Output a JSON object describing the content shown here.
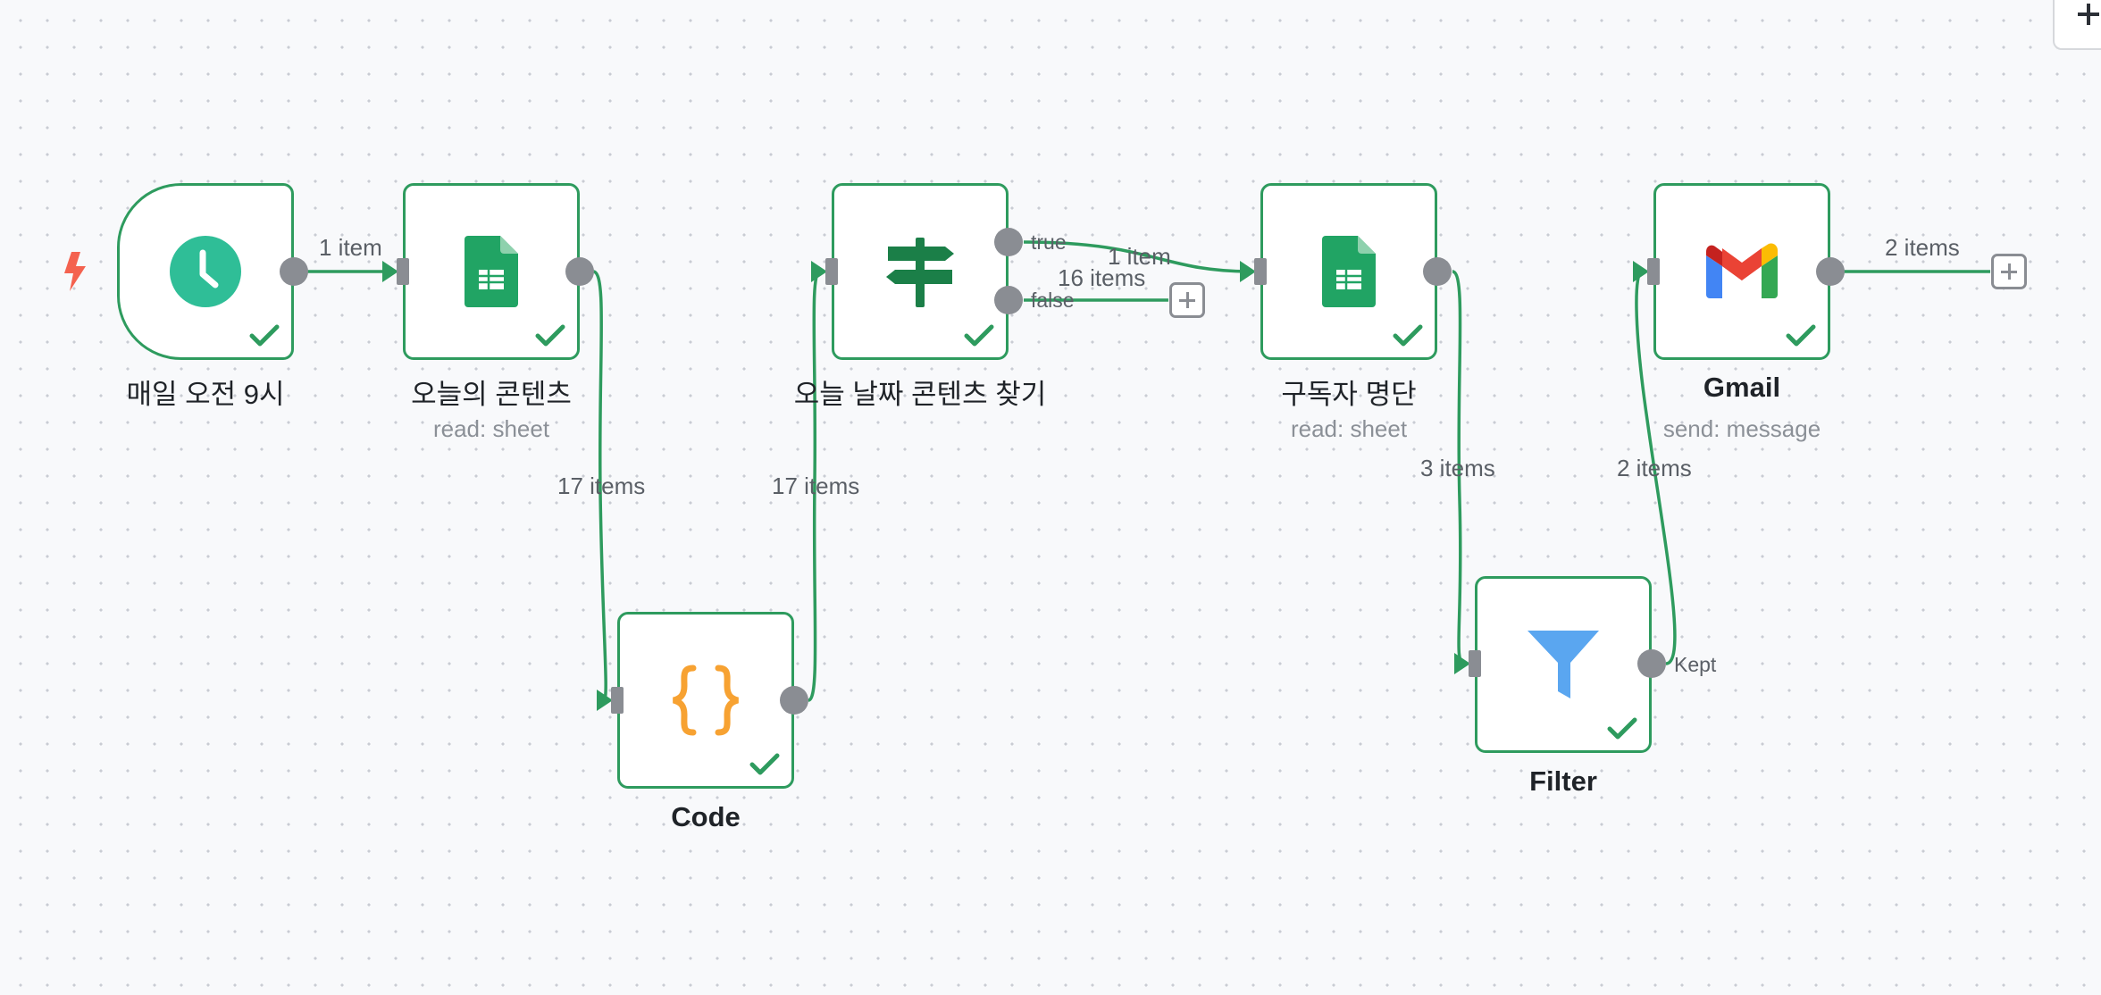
{
  "colors": {
    "edge": "#2e9b5e",
    "node_border": "#2e9b5e",
    "handle": "#8a8d93",
    "check": "#2e9b5e",
    "trigger_bolt": "#f4624f",
    "schedule_icon": "#2fbe97",
    "sheets_icon": "#21a464",
    "switch_icon": "#1b7f48",
    "code_icon": "#f7a232",
    "filter_icon": "#5aa6f0"
  },
  "toolbar": {
    "corner_icon": "plus-icon"
  },
  "nodes": {
    "schedule": {
      "title": "매일 오전 9시",
      "icon": "clock-icon"
    },
    "content_sheet": {
      "title": "오늘의 콘텐츠",
      "subtitle": "read: sheet",
      "icon": "google-sheets-icon"
    },
    "code": {
      "title": "Code",
      "icon": "code-braces-icon"
    },
    "switch": {
      "title": "오늘 날짜 콘텐츠 찾기",
      "icon": "signpost-icon",
      "out_true": "true",
      "out_false": "false"
    },
    "subscribers_sheet": {
      "title": "구독자 명단",
      "subtitle": "read: sheet",
      "icon": "google-sheets-icon"
    },
    "filter": {
      "title": "Filter",
      "icon": "filter-icon",
      "out_kept": "Kept"
    },
    "gmail": {
      "title": "Gmail",
      "subtitle": "send: message",
      "icon": "gmail-icon"
    }
  },
  "edges": {
    "schedule_to_content": "1 item",
    "content_to_code": "17 items",
    "code_to_switch": "17 items",
    "switch_true": "1 item",
    "switch_false": "16 items",
    "subscribers_to_filter": "3 items",
    "filter_to_gmail": "2 items",
    "gmail_out": "2 items"
  }
}
